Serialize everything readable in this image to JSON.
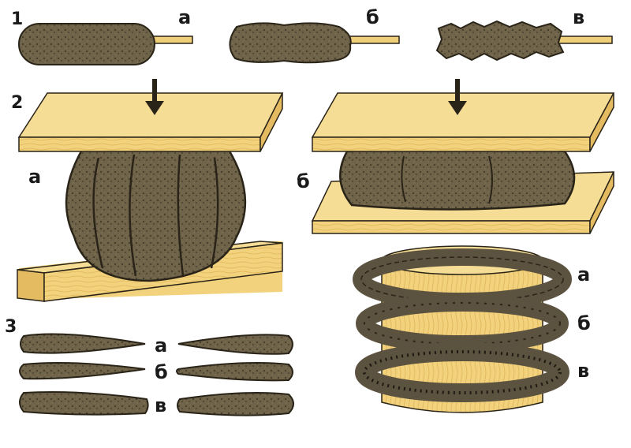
{
  "section_numbers": {
    "one": "1",
    "two": "2",
    "three": "3"
  },
  "row1": {
    "a": "а",
    "b": "б",
    "v": "в"
  },
  "row2": {
    "a": "а",
    "b": "б"
  },
  "row3": {
    "a": "а",
    "b": "б",
    "v": "в"
  },
  "rings": {
    "a": "а",
    "b": "б",
    "v": "в"
  },
  "colors": {
    "wood": "#f0cf7a",
    "wood_dark": "#c9a14c",
    "clay": "#6b6048",
    "clay_dark": "#3d3526",
    "outline": "#2a2418"
  }
}
